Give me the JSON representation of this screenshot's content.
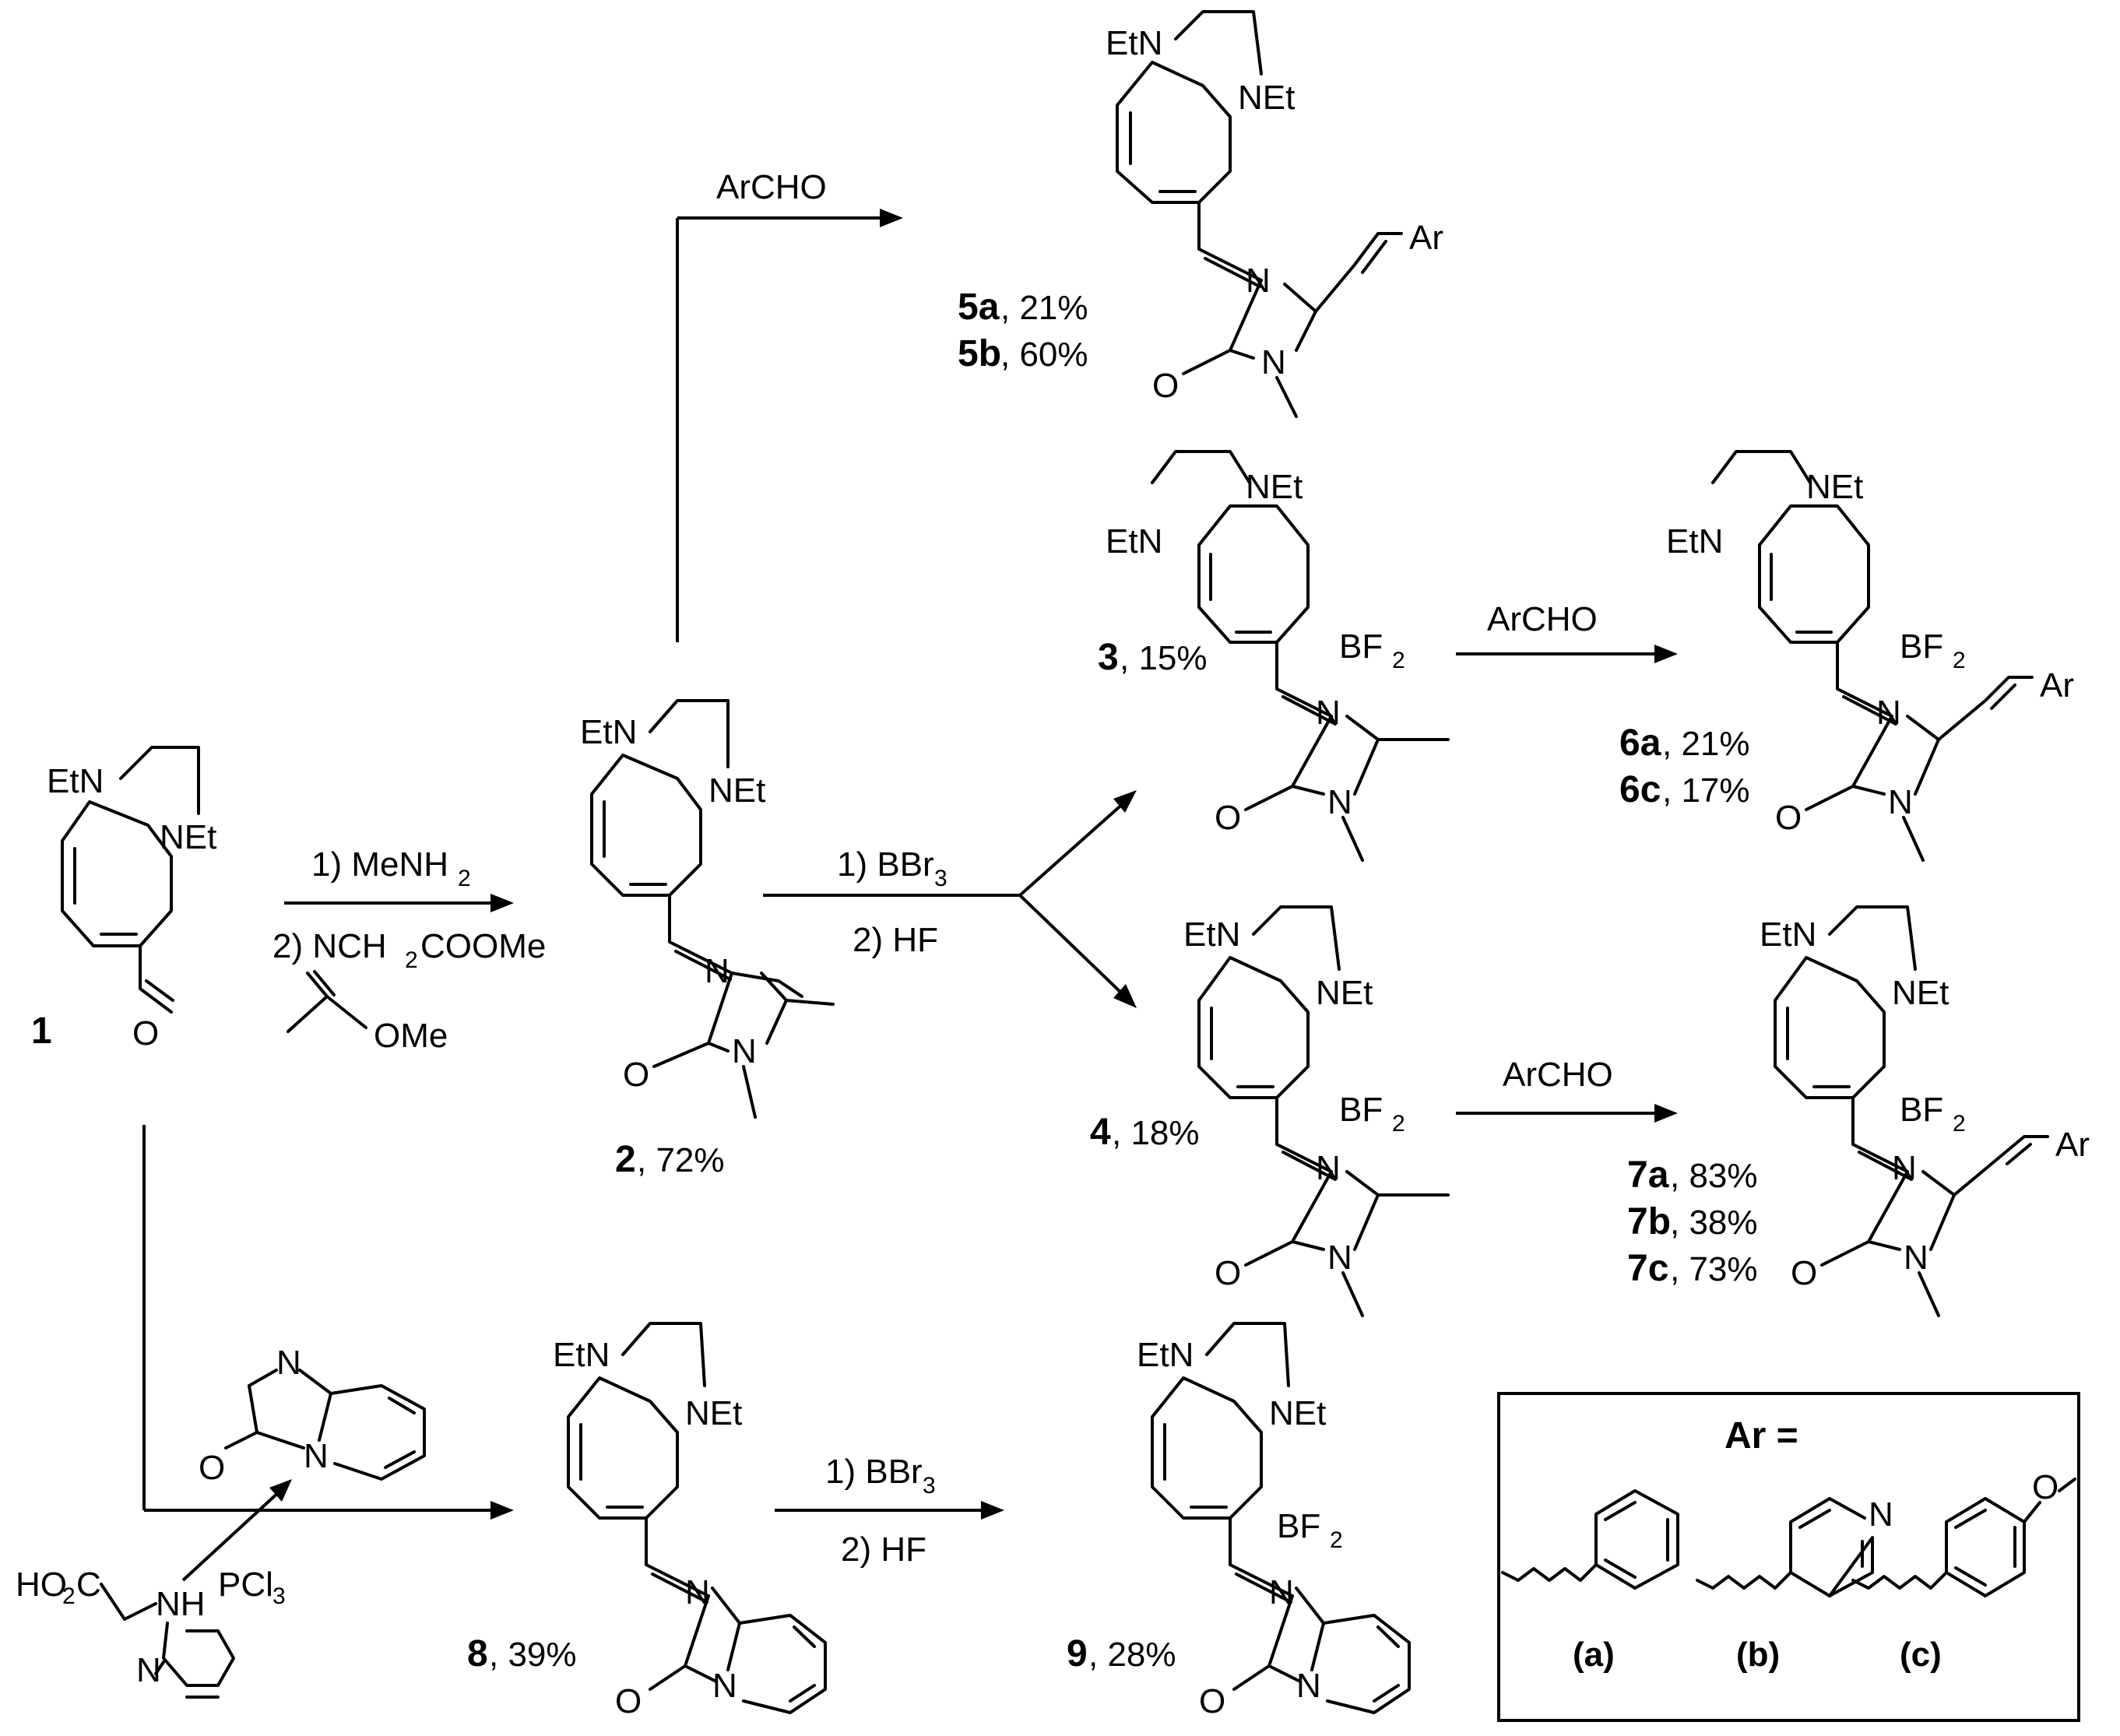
{
  "compounds": {
    "c1": {
      "number": "1"
    },
    "c2": {
      "number": "2",
      "yield": ", 72%"
    },
    "c3": {
      "number": "3",
      "yield": ", 15%"
    },
    "c4": {
      "number": "4",
      "yield": ", 18%"
    },
    "c5a": {
      "number": "5a",
      "yield": ", 21%"
    },
    "c5b": {
      "number": "5b",
      "yield": ", 60%"
    },
    "c6a": {
      "number": "6a",
      "yield": ", 21%"
    },
    "c6c": {
      "number": "6c",
      "yield": ", 17%"
    },
    "c7a": {
      "number": "7a",
      "yield": ", 83%"
    },
    "c7b": {
      "number": "7b",
      "yield": ", 38%"
    },
    "c7c": {
      "number": "7c",
      "yield": ", 73%"
    },
    "c8": {
      "number": "8",
      "yield": ", 39%"
    },
    "c9": {
      "number": "9",
      "yield": ", 28%"
    }
  },
  "atoms": {
    "etn": "EtN",
    "net": "NEt",
    "n": "N",
    "o": "O",
    "bf": "BF",
    "two": "2",
    "ar": "Ar",
    "h": "H",
    "ome": "OMe",
    "ho2c": "HO",
    "co2h_sub": "2",
    "c_after": "C",
    "nh": "NH"
  },
  "reagents": {
    "step1a": "1) MeNH",
    "step1a_sub": "2",
    "step1b": "2) NCH",
    "step1b_sub": "2",
    "step1b_tail": "COOMe",
    "step1b_ome": "OMe",
    "bbr3": "1) BBr",
    "bbr3_sub": "3",
    "hf": "2) HF",
    "archo": "ArCHO",
    "pcl3": "PCl",
    "pcl3_sub": "3"
  },
  "ar_box": {
    "title": "Ar =",
    "labels": [
      "(a)",
      "(b)",
      "(c)"
    ]
  }
}
